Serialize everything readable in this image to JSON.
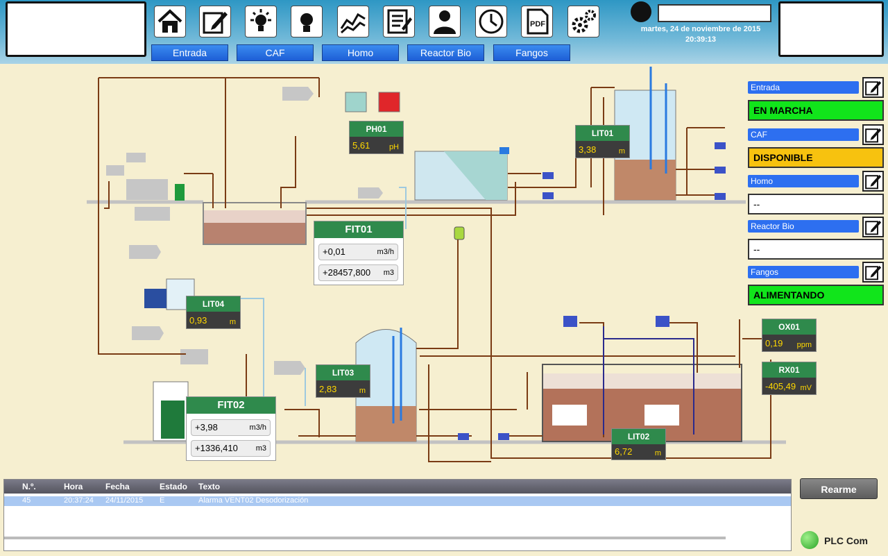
{
  "header": {
    "date": "martes, 24 de noviembre de 2015",
    "time": "20:39:13",
    "nav_icons": [
      "home-icon",
      "edit-icon",
      "lightbulb-on-icon",
      "lightbulb-icon",
      "trend-icon",
      "report-icon",
      "user-icon",
      "clock-icon",
      "pdf-icon",
      "settings-icon"
    ],
    "tabs": [
      "Entrada",
      "CAF",
      "Homo",
      "Reactor Bio",
      "Fangos"
    ]
  },
  "status_panel": [
    {
      "label": "Entrada",
      "value": "EN MARCHA",
      "color": "#11e51b"
    },
    {
      "label": "CAF",
      "value": "DISPONIBLE",
      "color": "#f7c20f"
    },
    {
      "label": "Homo",
      "value": "--",
      "color": "#ffffff"
    },
    {
      "label": "Reactor Bio",
      "value": "--",
      "color": "#ffffff"
    },
    {
      "label": "Fangos",
      "value": "ALIMENTANDO",
      "color": "#11e51b"
    }
  ],
  "instruments": {
    "ph01": {
      "name": "PH01",
      "value": "5,61",
      "unit": "pH"
    },
    "lit01": {
      "name": "LIT01",
      "value": "3,38",
      "unit": "m"
    },
    "lit04": {
      "name": "LIT04",
      "value": "0,93",
      "unit": "m"
    },
    "lit03": {
      "name": "LIT03",
      "value": "2,83",
      "unit": "m"
    },
    "lit02": {
      "name": "LIT02",
      "value": "6,72",
      "unit": "m"
    },
    "ox01": {
      "name": "OX01",
      "value": "0,19",
      "unit": "ppm"
    },
    "rx01": {
      "name": "RX01",
      "value": "-405,49",
      "unit": "mV"
    }
  },
  "flowmeters": {
    "fit01": {
      "name": "FIT01",
      "rate": "+0,01",
      "rate_unit": "m3/h",
      "total": "+28457,800",
      "total_unit": "m3"
    },
    "fit02": {
      "name": "FIT02",
      "rate": "+3,98",
      "rate_unit": "m3/h",
      "total": "+1336,410",
      "total_unit": "m3"
    }
  },
  "alarms": {
    "columns": [
      "N.º.",
      "Hora",
      "Fecha",
      "Estado",
      "Texto"
    ],
    "rows": [
      {
        "no": "45",
        "hora": "20:37:24",
        "fecha": "24/11/2015",
        "estado": "E",
        "texto": "Alarma VENT02 Desodorización"
      }
    ]
  },
  "rearm_label": "Rearme",
  "plc_label": "PLC Com",
  "colors": {
    "pipe": "#7a3b14",
    "accent_green": "#2f8a4c",
    "tab_blue": "#2d6ff0",
    "water": "#b6dff1",
    "sludge": "#b3725a"
  }
}
